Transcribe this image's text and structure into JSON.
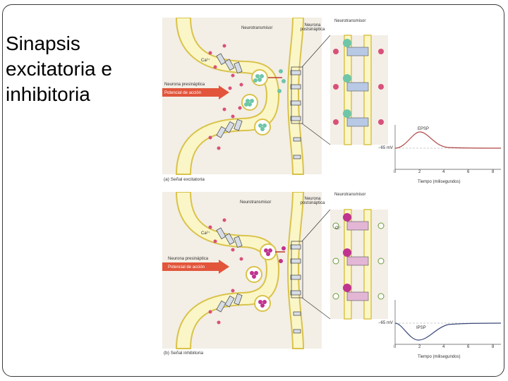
{
  "slide": {
    "title": "Sinapsis excitatoria e inhibitoria"
  },
  "excitatory": {
    "caption": "(a) Señal excitatoria",
    "neurotransmitter_label": "Neurotransmisor",
    "postsynaptic_label": "Neurona postsináptica",
    "presynaptic_label": "Neurona presináptica",
    "action_potential_label": "Potencial de acción",
    "ion_label": "Ca²⁺",
    "zoom_neurotransmitter_label": "Neurotransmisor",
    "vesicle_color": "#6ec6a8",
    "ion_color": "#d9507a",
    "graph": {
      "peak_label": "EPSP",
      "baseline_label": "−65 mV",
      "xlabel": "Tiempo (milisegundos)",
      "ticks": [
        "0",
        "2",
        "4",
        "6",
        "8"
      ]
    }
  },
  "inhibitory": {
    "caption": "(b) Señal inhibitoria",
    "neurotransmitter_label": "Neurotransmisor",
    "postsynaptic_label": "Neurona postsináptica",
    "presynaptic_label": "Neurona presináptica",
    "action_potential_label": "Potencial de acción",
    "ion_label": "Ca²⁺",
    "zoom_neurotransmitter_label": "Neurotransmisor",
    "chloride_label": "Cl⁻",
    "vesicle_color": "#c0338f",
    "ion_color": "#d9507a",
    "graph": {
      "peak_label": "IPSP",
      "baseline_label": "−65 mV",
      "xlabel": "Tiempo (milisegundos)",
      "ticks": [
        "0",
        "2",
        "4",
        "6",
        "8"
      ]
    }
  }
}
